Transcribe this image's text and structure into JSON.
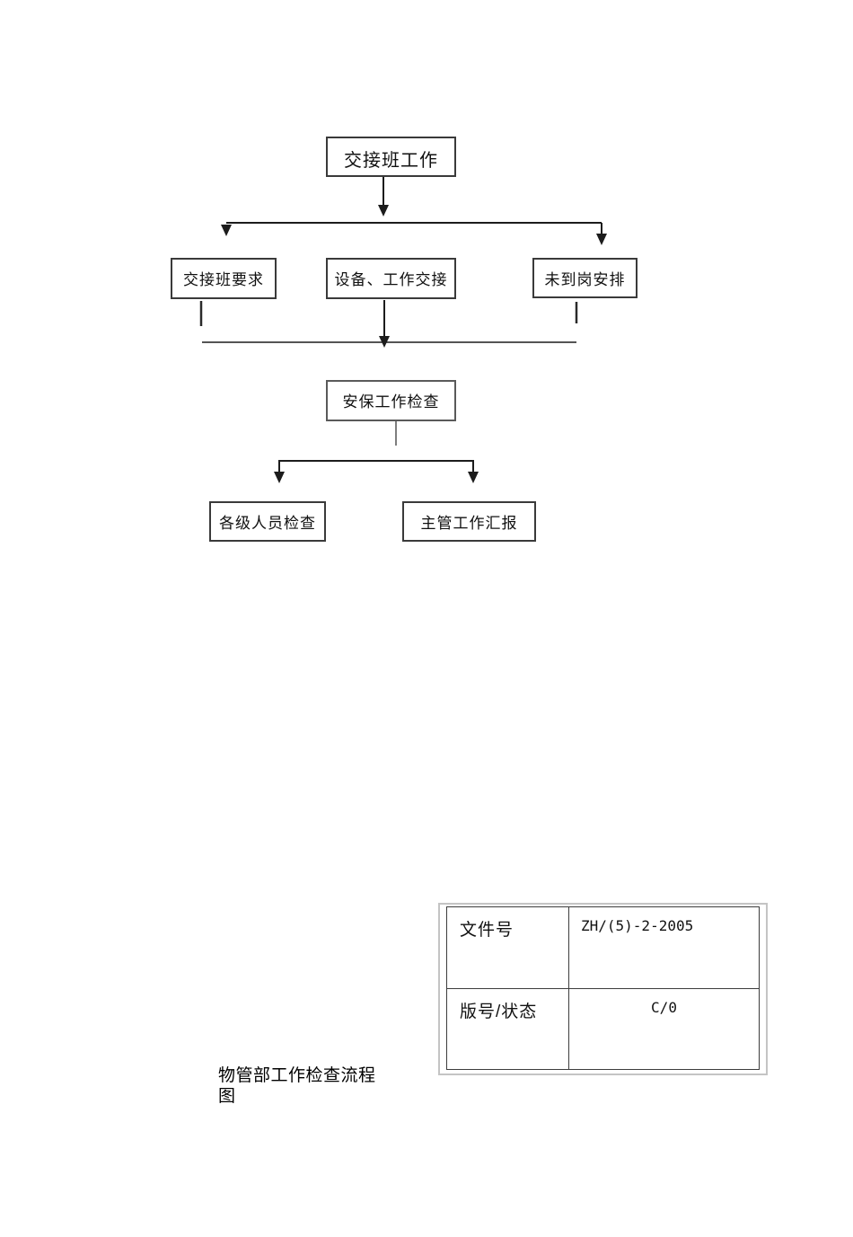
{
  "document": {
    "type": "flowchart-page",
    "background": "#ffffff"
  },
  "flowchart": {
    "nodes": [
      {
        "id": "shift-handover-work",
        "label": "交接班工作"
      },
      {
        "id": "shift-handover-requirements",
        "label": "交接班要求"
      },
      {
        "id": "equipment-work-handover",
        "label": "设备、工作交接"
      },
      {
        "id": "absent-post-arrangement",
        "label": "未到岗安排"
      },
      {
        "id": "security-work-inspection",
        "label": "安保工作检查"
      },
      {
        "id": "all-level-personnel-inspection",
        "label": "各级人员检查"
      },
      {
        "id": "supervisor-work-report",
        "label": "主管工作汇报"
      }
    ],
    "edges": [
      "shift-handover-work -> shift-handover-requirements",
      "shift-handover-work -> equipment-work-handover",
      "shift-handover-work -> absent-post-arrangement",
      "shift-handover-requirements + equipment-work-handover + absent-post-arrangement -> security-work-inspection",
      "security-work-inspection -> all-level-personnel-inspection",
      "security-work-inspection -> supervisor-work-report"
    ]
  },
  "caption": {
    "text": "物管部工作检查流程图"
  },
  "info_table": {
    "rows": [
      {
        "label": "文件号",
        "value": "ZH/(5)-2-2005"
      },
      {
        "label": "版号/状态",
        "value": "C/0"
      }
    ]
  },
  "colors": {
    "connector": "#1c1c1c",
    "box_border": "#3a3a3a",
    "table_outer_border": "#c4c4c4",
    "table_inner_border": "#3c3c3c",
    "text": "#111111"
  }
}
